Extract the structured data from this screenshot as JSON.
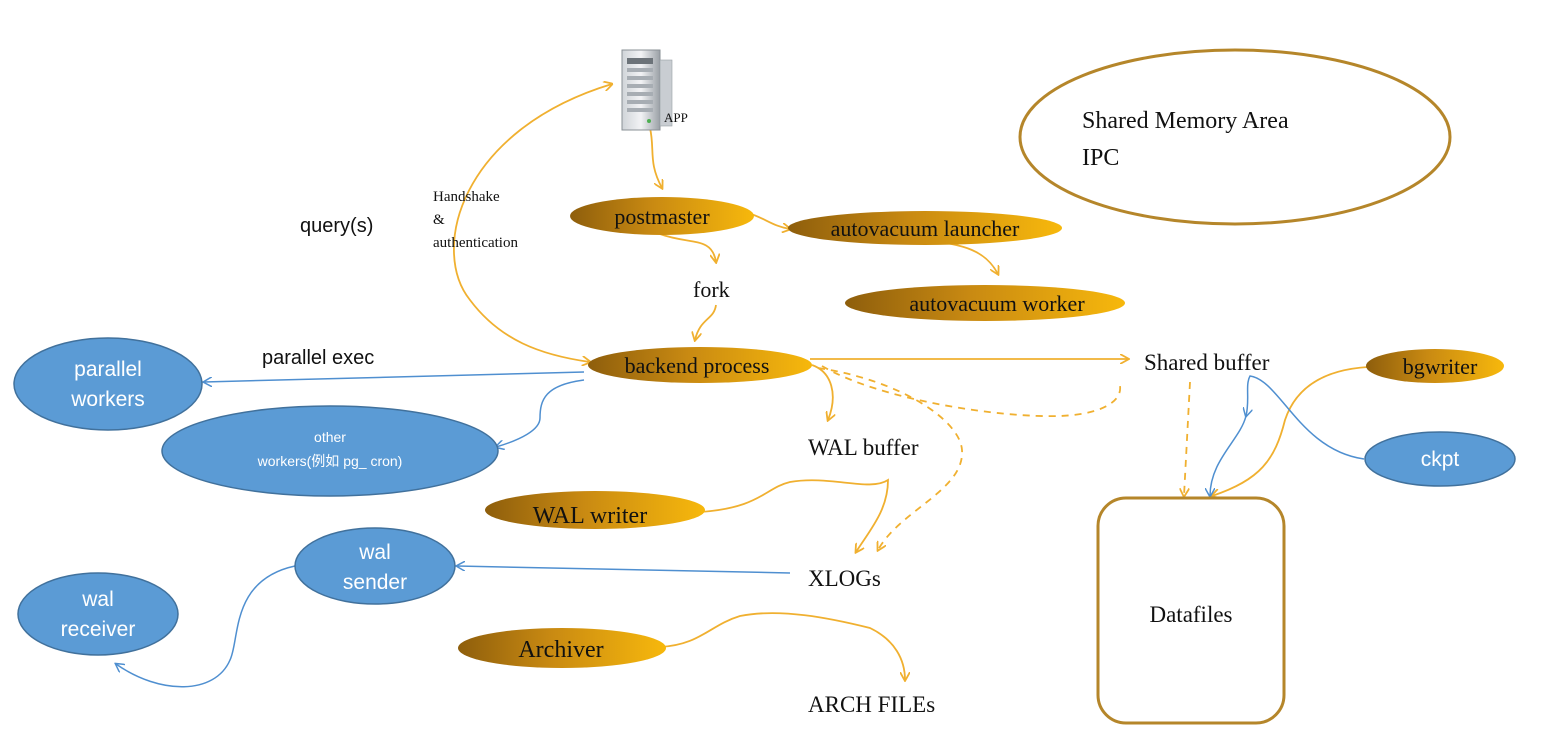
{
  "app": {
    "label": "APP",
    "icon": "server-icon"
  },
  "shared_memory": {
    "line1": "Shared Memory Area",
    "line2": "IPC"
  },
  "handshake": {
    "line1": "Handshake",
    "line2": "&",
    "line3": "authentication"
  },
  "query_label": "query(s)",
  "fork_label": "fork",
  "parallel_exec_label": "parallel exec",
  "processes": {
    "postmaster": "postmaster",
    "autovacuum_launcher": "autovacuum launcher",
    "autovacuum_worker": "autovacuum worker",
    "backend_process": "backend process",
    "bgwriter": "bgwriter",
    "wal_writer": "WAL writer",
    "archiver": "Archiver"
  },
  "workers": {
    "parallel_workers": {
      "line1": "parallel",
      "line2": "workers"
    },
    "other_workers": {
      "line1": "other",
      "line2": "workers(例如 pg_ cron)"
    },
    "wal_sender": {
      "line1": "wal",
      "line2": "sender"
    },
    "wal_receiver": {
      "line1": "wal",
      "line2": "receiver"
    },
    "ckpt": "ckpt"
  },
  "storage": {
    "shared_buffer": "Shared buffer",
    "wal_buffer": "WAL buffer",
    "xlogs": "XLOGs",
    "arch_files": "ARCH FILEs",
    "datafiles": "Datafiles"
  },
  "colors": {
    "gold_arrow": "#f0b030",
    "gold_dark": "#9a6610",
    "gold_light": "#f5b50a",
    "blue_node": "#5b9bd5",
    "blue_stroke": "#41719c",
    "frame_brown": "#b5862a"
  }
}
